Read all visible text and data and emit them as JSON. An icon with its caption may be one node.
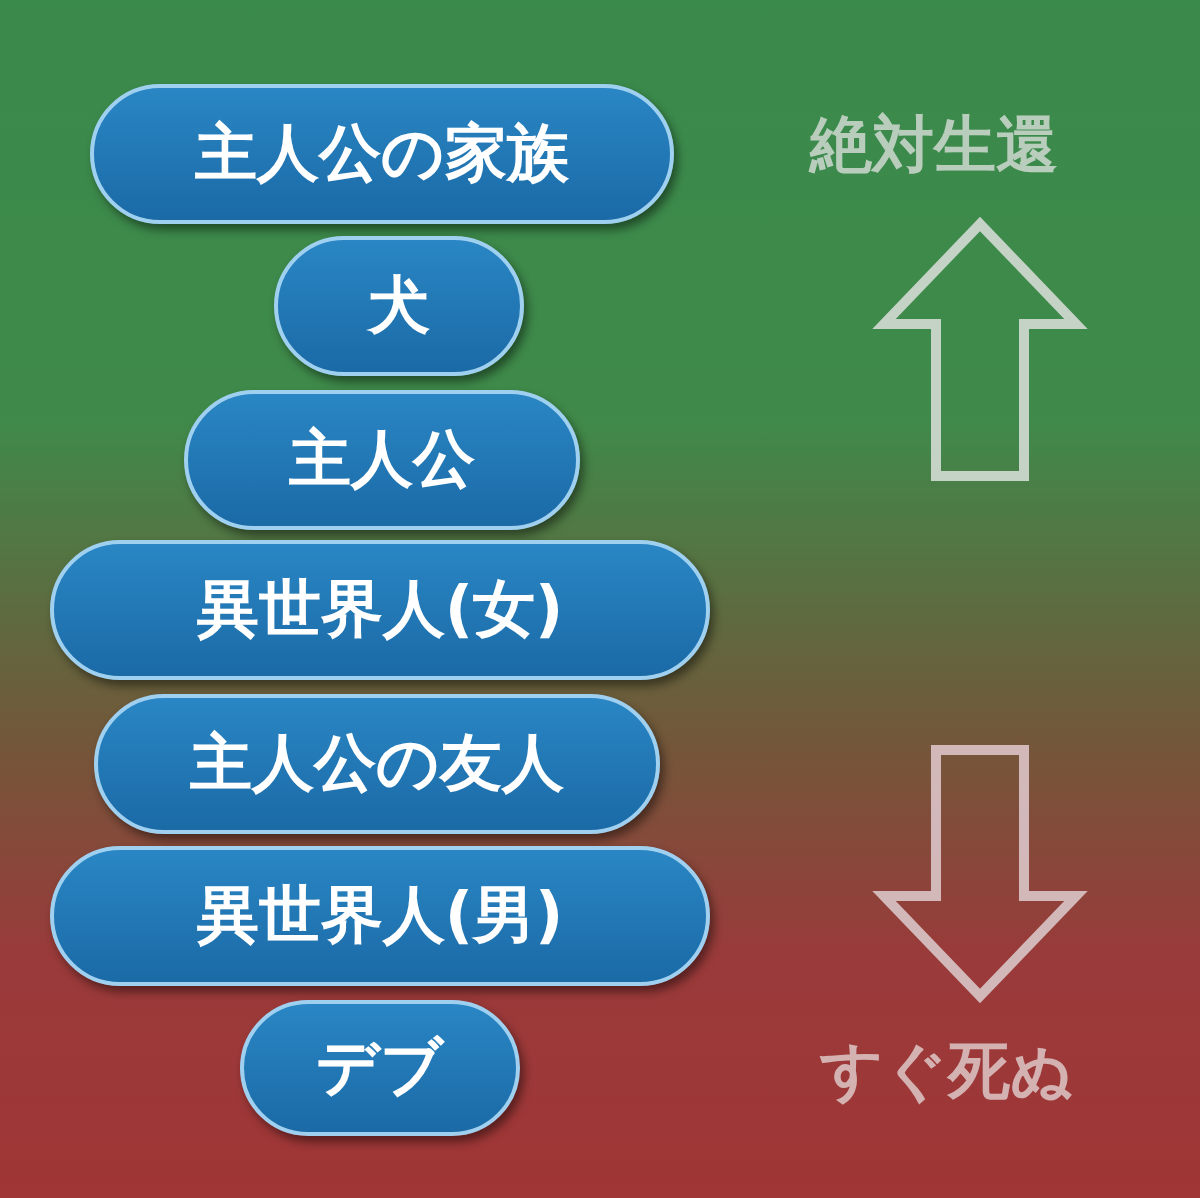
{
  "diagram": {
    "nodes": [
      {
        "text": [
          "主人公の家族"
        ]
      },
      {
        "text": [
          "犬"
        ]
      },
      {
        "text": [
          "主人公"
        ]
      },
      {
        "text": [
          "異世界人(女)"
        ]
      },
      {
        "text": [
          "主人公の友人"
        ]
      },
      {
        "text": [
          "異世界人(男)"
        ]
      },
      {
        "text": [
          "デブ"
        ]
      }
    ],
    "labels": [
      "絶対生還",
      "すぐ死ぬ"
    ]
  }
}
